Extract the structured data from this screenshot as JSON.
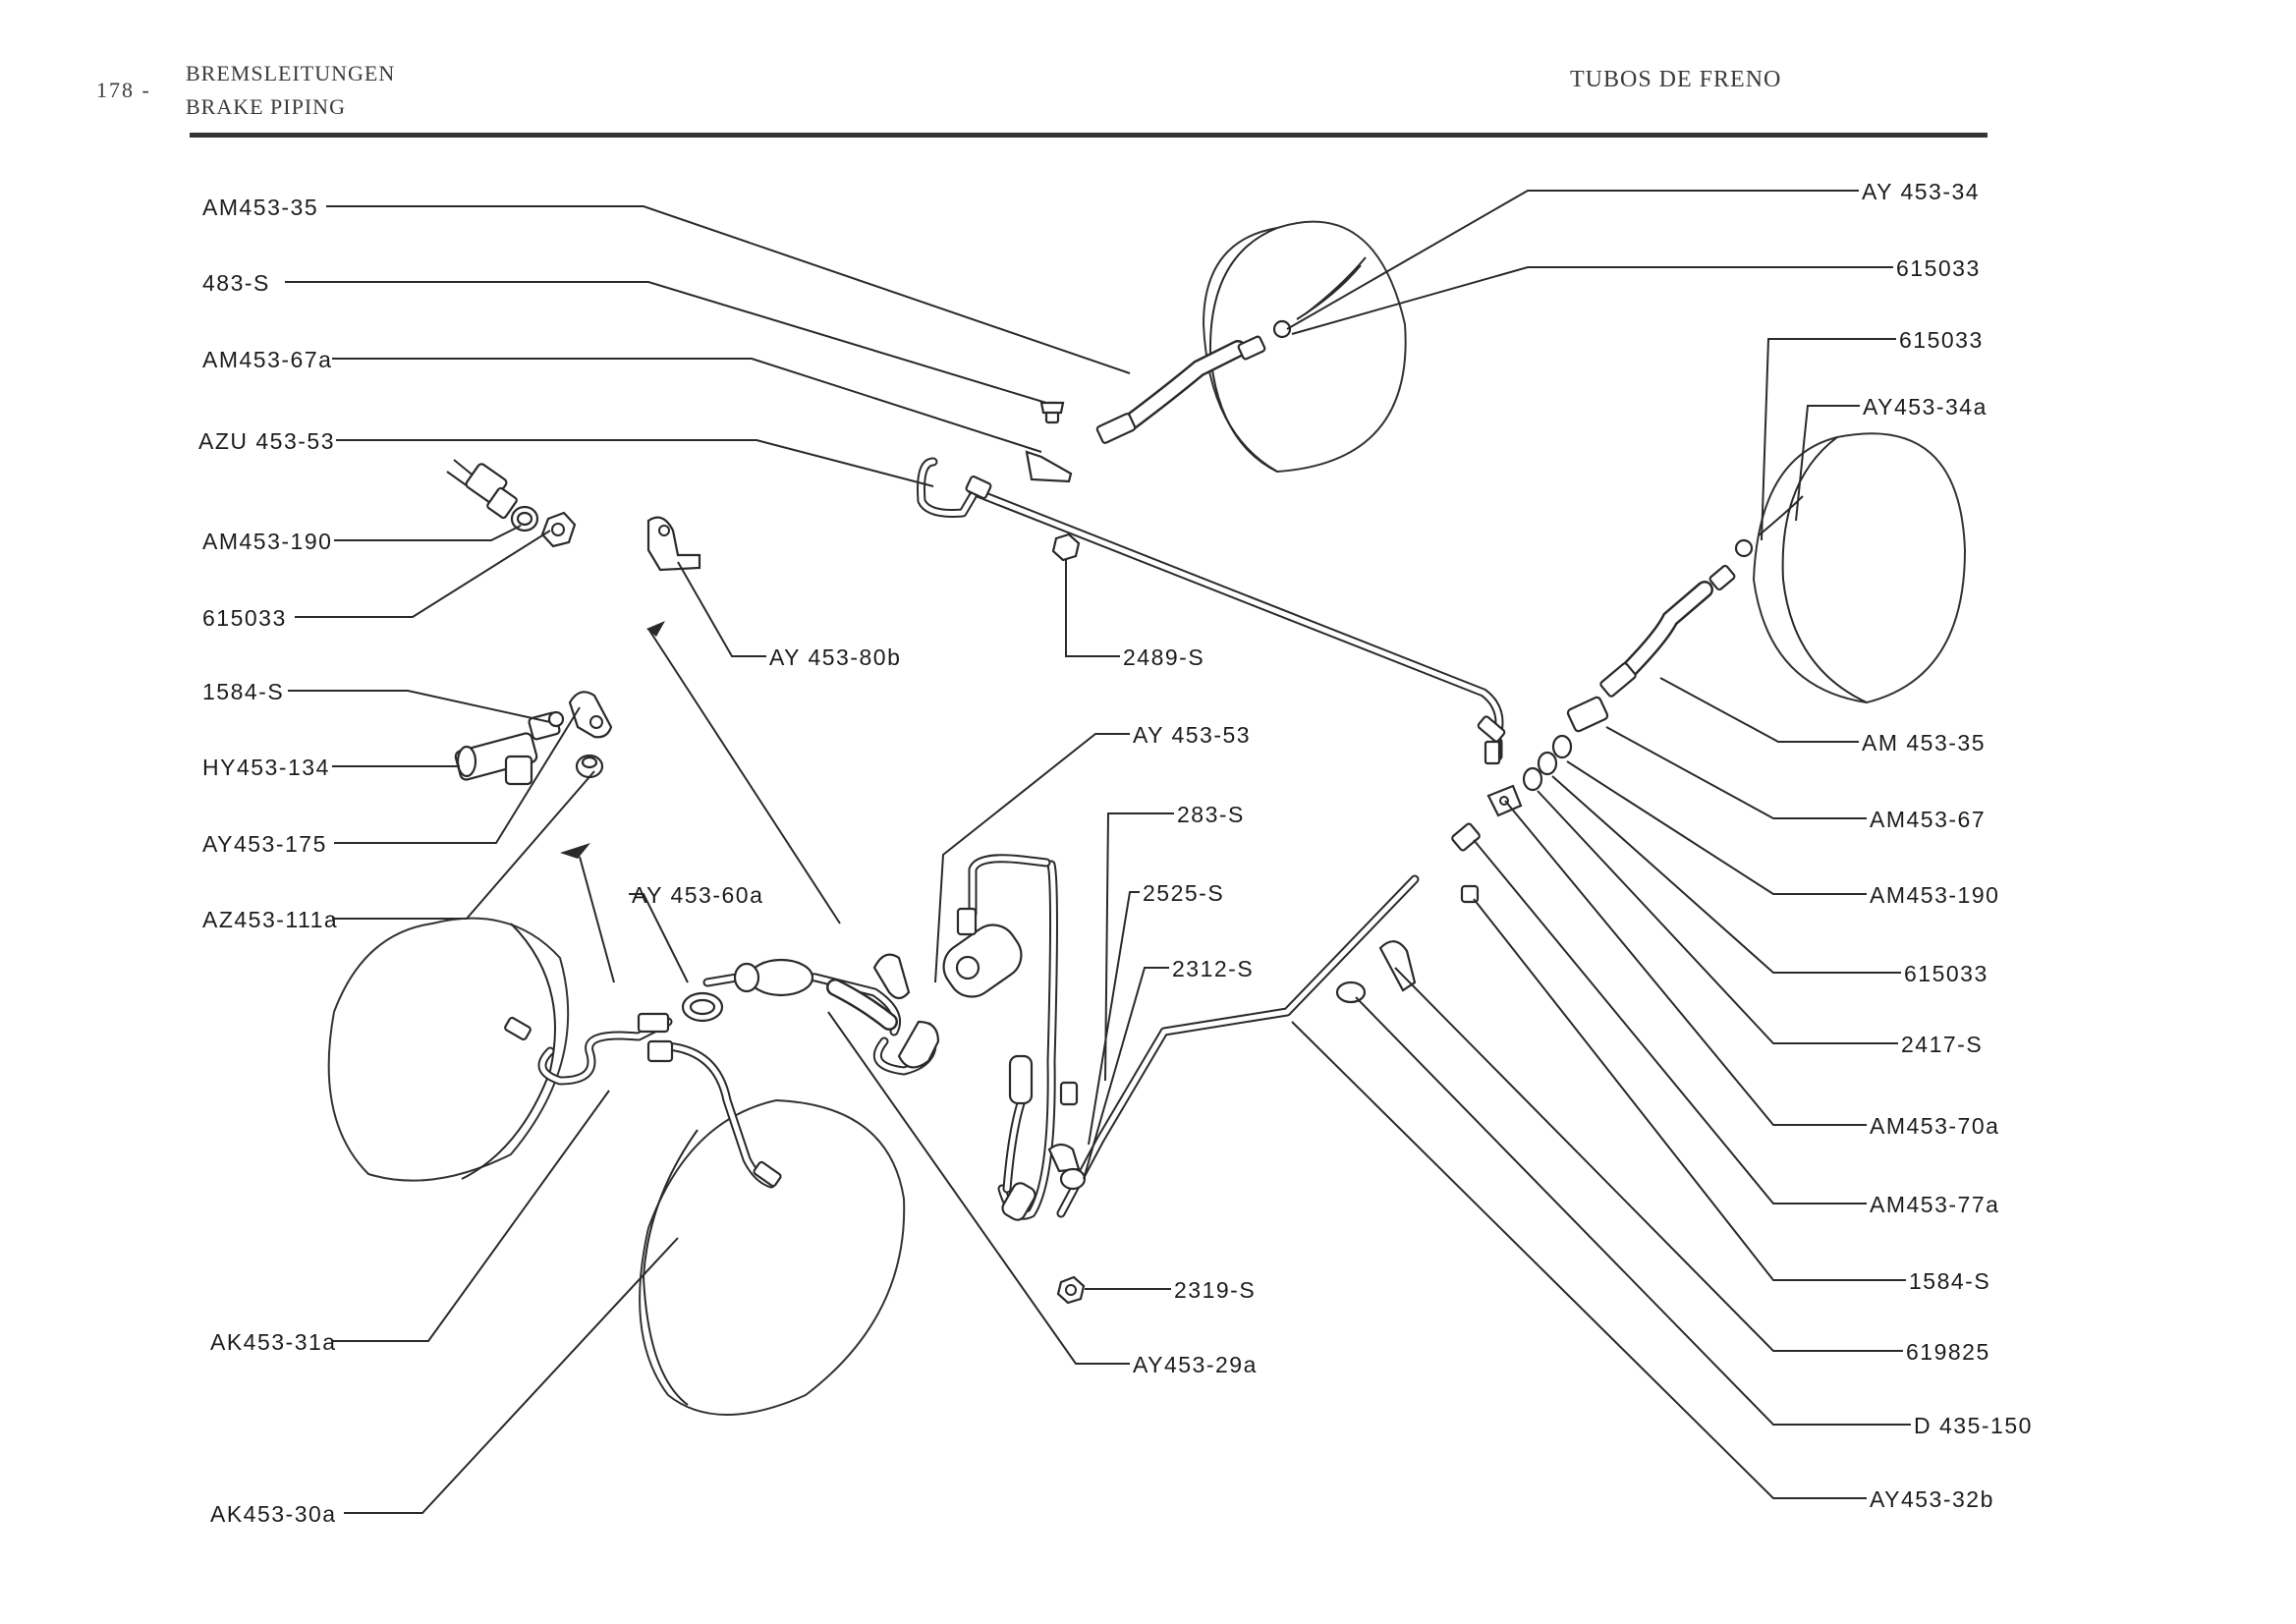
{
  "header": {
    "page_number": "178 -",
    "title_de": "BREMSLEITUNGEN",
    "title_en": "BRAKE PIPING",
    "title_es": "TUBOS DE FRENO"
  },
  "labels": {
    "left": [
      "AM453-35",
      "483-S",
      "AM453-67a",
      "AZU 453-53",
      "AM453-190",
      "615033",
      "1584-S",
      "HY453-134",
      "AY453-175",
      "AZ453-111a",
      "AK453-31a",
      "AK453-30a"
    ],
    "center": [
      "AY 453-80b",
      "2489-S",
      "AY 453-53",
      "283-S",
      "2525-S",
      "2312-S",
      "AY 453-60a",
      "2319-S",
      "AY453-29a"
    ],
    "right": [
      "AY 453-34",
      "615033",
      "615033",
      "AY453-34a",
      "AM 453-35",
      "AM453-67",
      "AM453-190",
      "615033",
      "2417-S",
      "AM453-70a",
      "AM453-77a",
      "1584-S",
      "619825",
      "D 435-150",
      "AY453-32b"
    ]
  }
}
